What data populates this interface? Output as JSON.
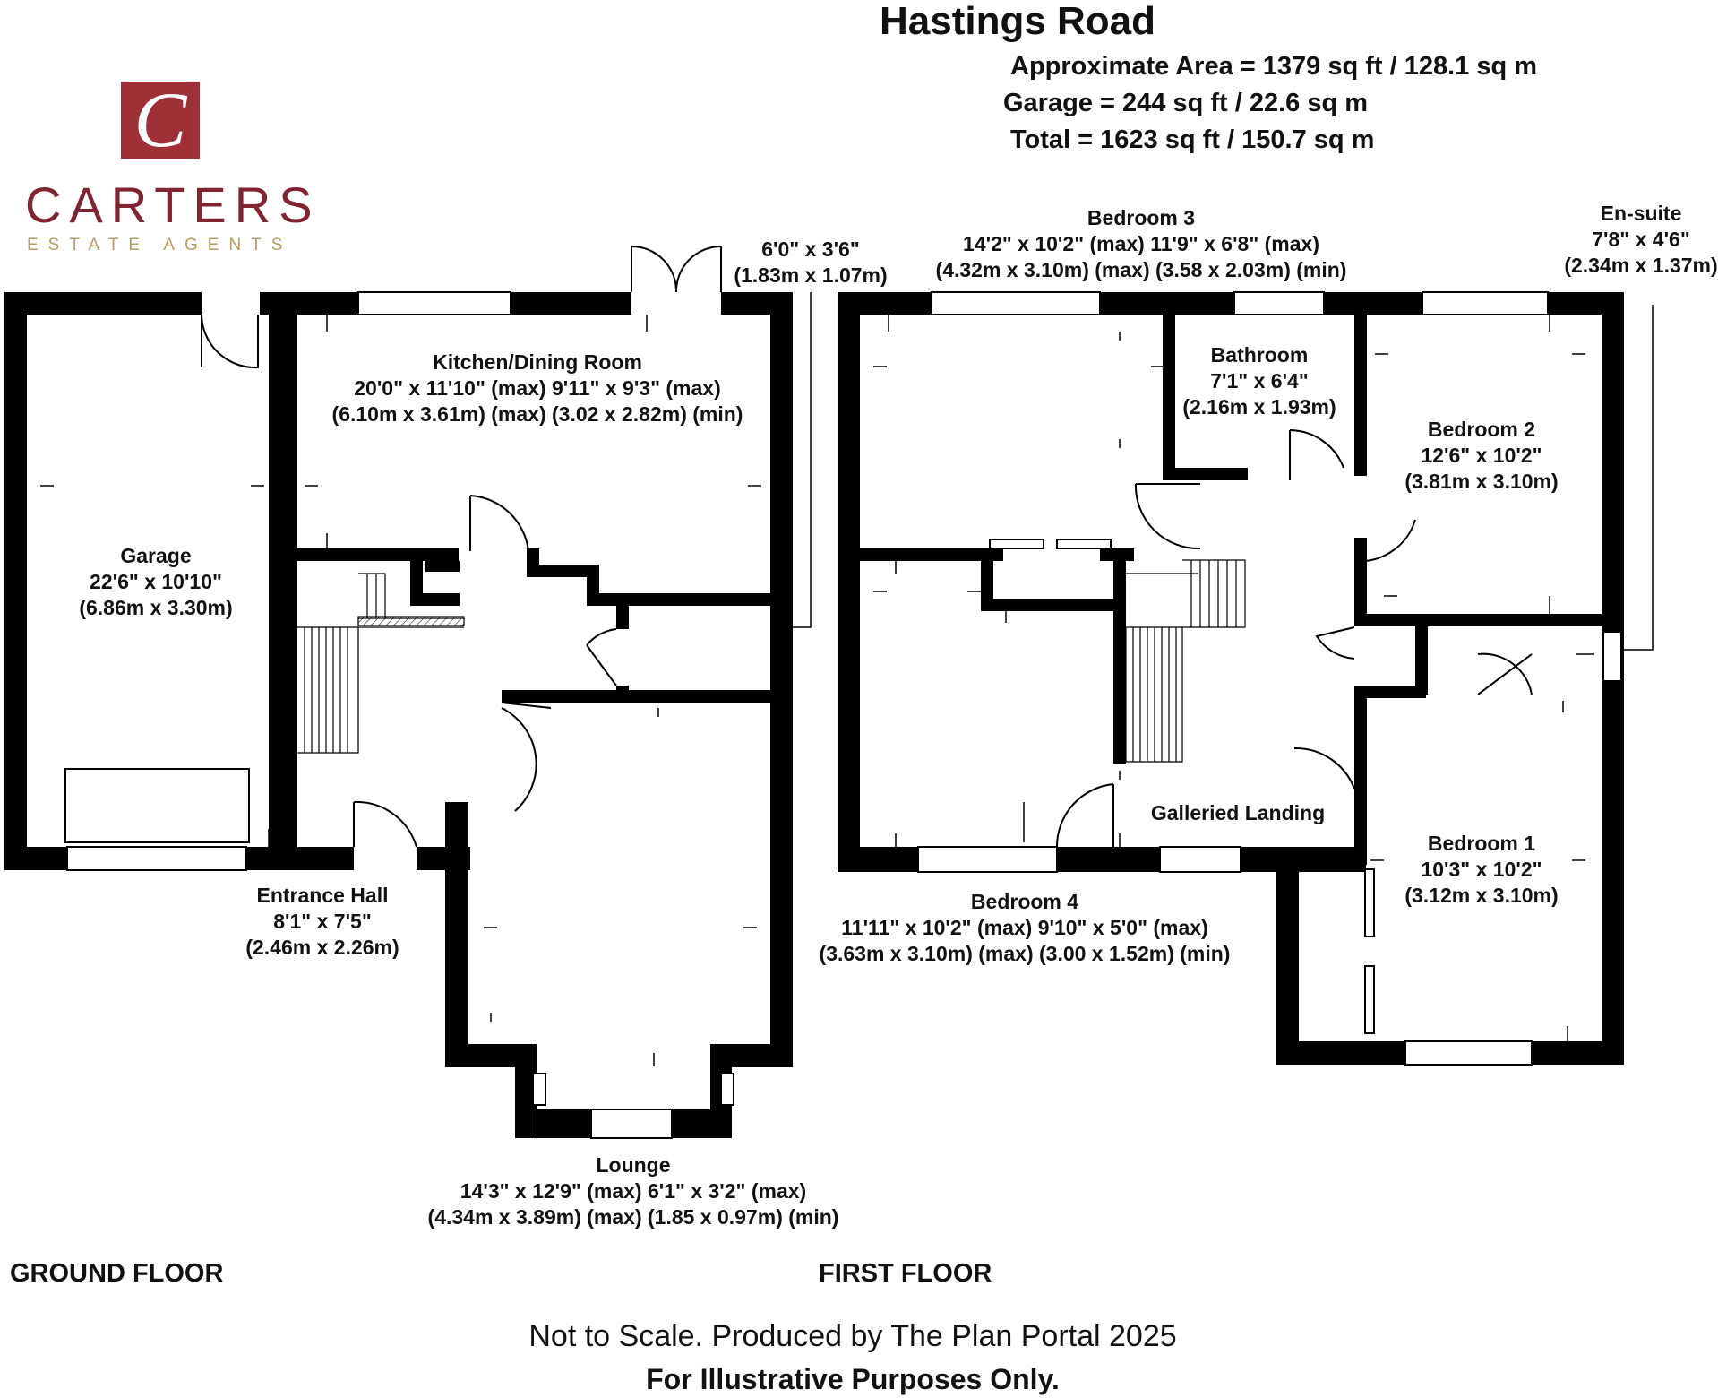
{
  "title": "Hastings Road",
  "areas": {
    "approx": "Approximate Area = 1379 sq ft / 128.1 sq m",
    "garage": "Garage = 244 sq ft / 22.6 sq m",
    "total": "Total = 1623 sq ft / 150.7 sq m"
  },
  "logo": {
    "name": "CARTERS",
    "tagline": "ESTATE AGENTS",
    "colors": {
      "brand": "#7f2430",
      "tagline": "#b99a63"
    }
  },
  "floors": {
    "ground": "GROUND FLOOR",
    "first": "FIRST FLOOR"
  },
  "rooms": {
    "garage": {
      "name": "Garage",
      "dim1": "22'6\" x 10'10\"",
      "dim2": "(6.86m x 3.30m)"
    },
    "kitchen": {
      "name": "Kitchen/Dining Room",
      "dim1": "20'0\" x 11'10\" (max) 9'11\" x  9'3\" (max)",
      "dim2": "(6.10m x 3.61m) (max) (3.02 x 2.82m) (min)"
    },
    "kitchen_extra": {
      "dim1": "6'0\" x 3'6\"",
      "dim2": "(1.83m x 1.07m)"
    },
    "entrance": {
      "name": "Entrance Hall",
      "dim1": "8'1\" x 7'5\"",
      "dim2": "(2.46m x 2.26m)"
    },
    "lounge": {
      "name": "Lounge",
      "dim1": "14'3\" x 12'9\" (max) 6'1\" x  3'2\" (max)",
      "dim2": "(4.34m x 3.89m) (max) (1.85 x 0.97m) (min)"
    },
    "bedroom3": {
      "name": "Bedroom 3",
      "dim1": "14'2\" x 10'2\" (max) 11'9\" x  6'8\" (max)",
      "dim2": "(4.32m x 3.10m) (max) (3.58 x 2.03m) (min)"
    },
    "ensuite": {
      "name": "En-suite",
      "dim1": "7'8\" x 4'6\"",
      "dim2": "(2.34m x 1.37m)"
    },
    "bathroom": {
      "name": "Bathroom",
      "dim1": "7'1\" x 6'4\"",
      "dim2": "(2.16m x 1.93m)"
    },
    "bedroom2": {
      "name": "Bedroom 2",
      "dim1": "12'6\" x 10'2\"",
      "dim2": "(3.81m x 3.10m)"
    },
    "landing": {
      "name": "Galleried Landing"
    },
    "bedroom4": {
      "name": "Bedroom 4",
      "dim1": "11'11\" x 10'2\" (max) 9'10\" x  5'0\" (max)",
      "dim2": "(3.63m x 3.10m) (max) (3.00 x 1.52m) (min)"
    },
    "bedroom1": {
      "name": "Bedroom 1",
      "dim1": "10'3\" x 10'2\"",
      "dim2": "(3.12m x 3.10m)"
    }
  },
  "footer": {
    "line1": "Not to Scale. Produced by The Plan Portal 2025",
    "line2": "For Illustrative Purposes Only."
  }
}
